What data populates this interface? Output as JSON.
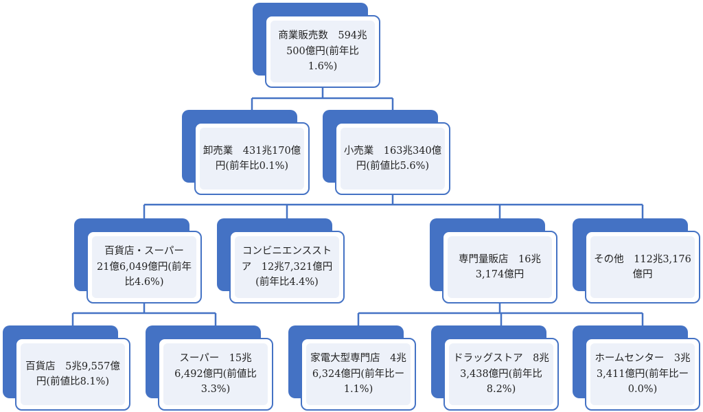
{
  "colors": {
    "accent": "#4472c4",
    "card_fill": "#edf1f9",
    "text": "#222222"
  },
  "nodes": {
    "root": {
      "text": "商業販売数　594兆500億円(前年比1.6%)"
    },
    "wholesale": {
      "text": "卸売業　431兆170億円(前年比0.1%)"
    },
    "retail": {
      "text": "小売業　163兆340億円(前値比5.6%)"
    },
    "dept_super": {
      "text": "百貨店・スーパー　21億6,049億円(前年比4.6%)"
    },
    "convenience": {
      "text": "コンビニエンスストア　12兆7,321億円(前年比4.4%)"
    },
    "specialty": {
      "text": "専門量販店　16兆3,174億円"
    },
    "other": {
      "text": "その他　112兆3,176億円"
    },
    "dept_store": {
      "text": "百貨店　5兆9,557億円(前値比8.1%)"
    },
    "supermarket": {
      "text": "スーパー　15兆6,492億円(前値比3.3%)"
    },
    "electronics": {
      "text": "家電大型専門店　4兆6,324億円(前年比ー1.1%)"
    },
    "drugstore": {
      "text": "ドラッグストア　8兆3,438億円(前年比8.2%)"
    },
    "home_center": {
      "text": "ホームセンター　3兆3,411億円(前年比ー0.0%)"
    }
  }
}
